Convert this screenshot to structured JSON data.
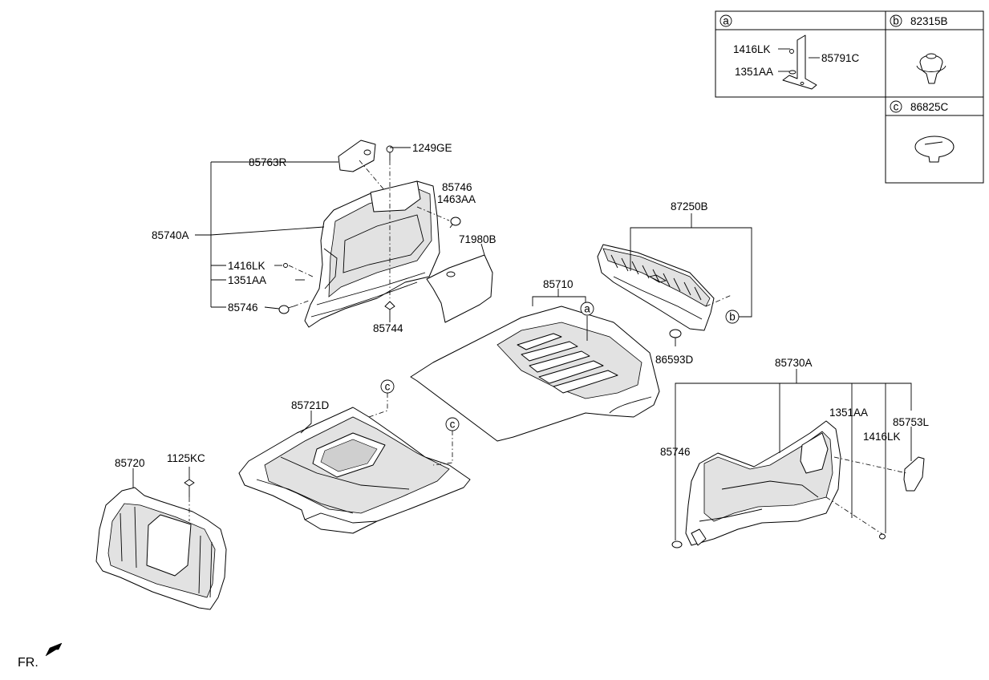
{
  "legend": {
    "a": {
      "letter": "a",
      "parts": [
        "1416LK",
        "1351AA",
        "85791C"
      ]
    },
    "b": {
      "letter": "b",
      "part": "82315B"
    },
    "c": {
      "letter": "c",
      "part": "86825C"
    }
  },
  "labels": {
    "p85763R": "85763R",
    "p1249GE": "1249GE",
    "p85746_top": "85746",
    "p1463AA": "1463AA",
    "p85740A": "85740A",
    "p71980B": "71980B",
    "p1416LK_left": "1416LK",
    "p1351AA_left": "1351AA",
    "p85746_left": "85746",
    "p85744": "85744",
    "p87250B": "87250B",
    "p85710": "85710",
    "p86593D": "86593D",
    "p85730A": "85730A",
    "p1351AA_right": "1351AA",
    "p85753L": "85753L",
    "p1416LK_right": "1416LK",
    "p85746_right": "85746",
    "p85721D": "85721D",
    "p85720": "85720",
    "p1125KC": "1125KC"
  },
  "callouts": {
    "a": "a",
    "b": "b",
    "c1": "c",
    "c2": "c"
  },
  "direction": {
    "text": "FR."
  }
}
